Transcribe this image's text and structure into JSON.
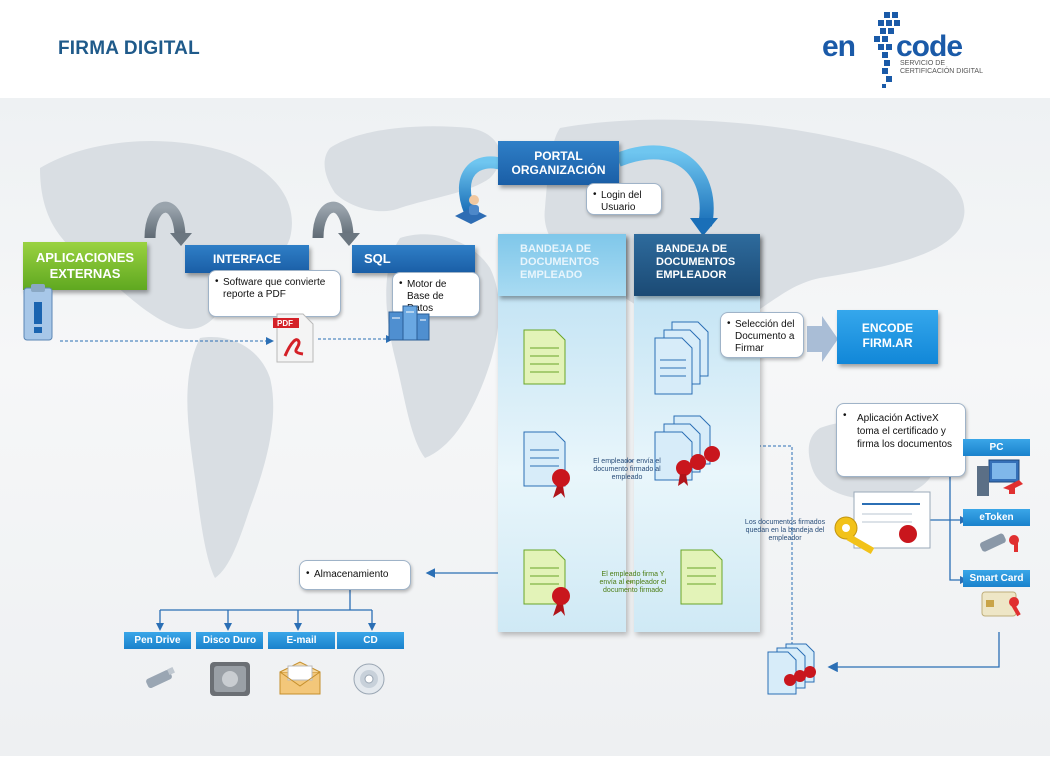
{
  "header": {
    "title": "FIRMA DIGITAL"
  },
  "logo": {
    "wordmark": "encode",
    "tagline": "SERVICIO DE CERTIFICACIÓN DIGITAL"
  },
  "nodes": {
    "apps": "APLICACIONES EXTERNAS",
    "interface": "INTERFACE",
    "interface_note": "Software que convierte reporte a PDF",
    "pdf": "PDF",
    "sql": "SQL",
    "sql_note": "Motor de Base de Datos",
    "portal": "PORTAL ORGANIZACIÓN",
    "login_note": "Login del Usuario",
    "bandeja_empleado": "BANDEJA DE DOCUMENTOS EMPLEADO",
    "bandeja_empleador": "BANDEJA DE DOCUMENTOS EMPLEADOR",
    "seleccion_note": "Selección del Documento a Firmar",
    "encode_firmar": "ENCODE FIRM.AR",
    "activex_note": "Aplicación ActiveX toma el certificado y firma los documentos",
    "almacenamiento_note": "Almacenamiento"
  },
  "annotations": {
    "empleador_envia": "El empleador envía el documento firmado al empleado",
    "empleado_firma": "El empleado firma Y envía al empleador el documento firmado",
    "docs_firmados": "Los documentos firmados quedan en la bandeja del empleador"
  },
  "devices": [
    "PC",
    "eToken",
    "Smart Card"
  ],
  "storage": [
    "Pen Drive",
    "Disco Duro",
    "E-mail",
    "CD"
  ],
  "colors": {
    "title": "#1f5a8a",
    "blue": "#1a5ea6",
    "green": "#5fa820",
    "tab": "#1a82cc"
  }
}
